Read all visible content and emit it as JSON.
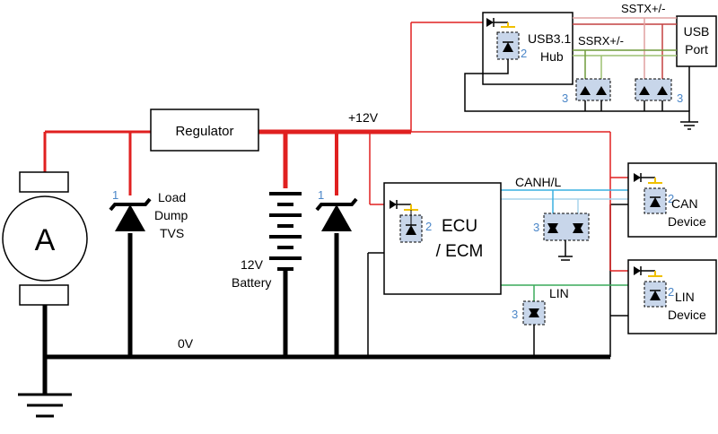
{
  "labels": {
    "alternator": "A",
    "regulator": "Regulator",
    "load_dump": [
      "Load",
      "Dump",
      "TVS"
    ],
    "battery": [
      "12V",
      "Battery"
    ],
    "rail": "+12V",
    "ground": "0V",
    "ecu": [
      "ECU",
      "/ ECM"
    ],
    "can_bus": "CANH/L",
    "lin_bus": "LIN",
    "can_device": [
      "CAN",
      "Device"
    ],
    "lin_device": [
      "LIN",
      "Device"
    ],
    "usb_hub": [
      "USB3.1",
      "Hub"
    ],
    "usb_port": [
      "USB",
      "Port"
    ],
    "sstx": "SSTX+/-",
    "ssrx": "SSRX+/-"
  },
  "callouts": {
    "load_dump": "1",
    "battery_tvs": "1",
    "ecu_tvs": "2",
    "can_device_tvs": "2",
    "lin_device_tvs": "2",
    "usb_hub_tvs": "2",
    "can_esd": "3",
    "lin_esd": "3",
    "usb_esd_left": "3",
    "usb_esd_right": "3"
  },
  "colors": {
    "power": "#e02020",
    "ground": "#000000",
    "can": "#3ab0e0",
    "lin": "#3aaa5a",
    "usb_rx": "#9cc070",
    "usb_tx": "#e0a0a0",
    "device_rail": "#f0c000",
    "protect_fill": "#c8d6ea",
    "callout": "#4a86c8"
  }
}
